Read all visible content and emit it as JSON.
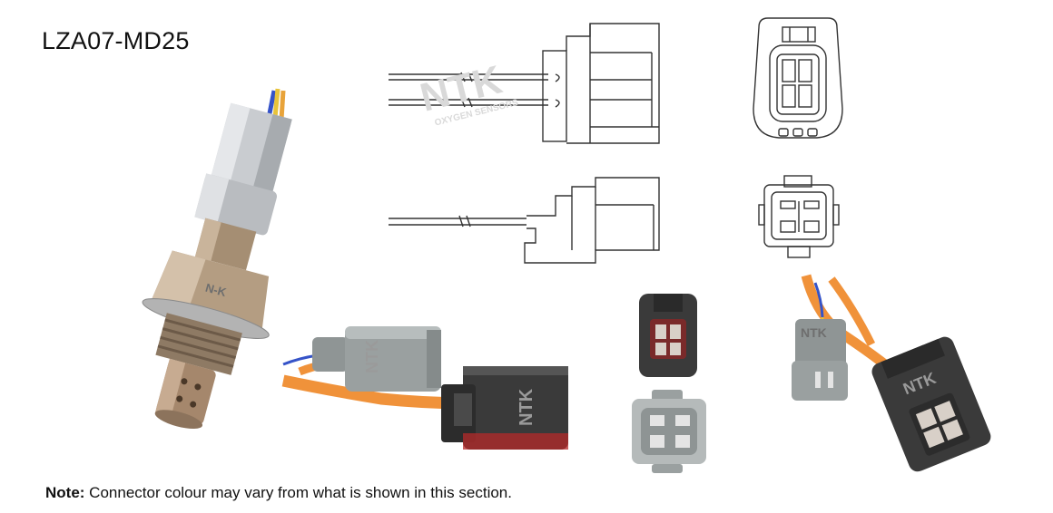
{
  "part_number": "LZA07-MD25",
  "note": {
    "label": "Note:",
    "text": " Connector colour may vary from what is shown in this section."
  },
  "watermark": {
    "brand": "NTK",
    "subtitle": "OXYGEN SENSORS"
  },
  "connector_brand": "NTK",
  "sensor_marking": "N-K",
  "colors": {
    "wire_orange": "#f0923a",
    "wire_blue": "#3553c8",
    "connector_grey": "#9aa0a0",
    "connector_dark": "#3a3a3a",
    "connector_red_tab": "#b52a2a",
    "line_art": "#333333"
  }
}
